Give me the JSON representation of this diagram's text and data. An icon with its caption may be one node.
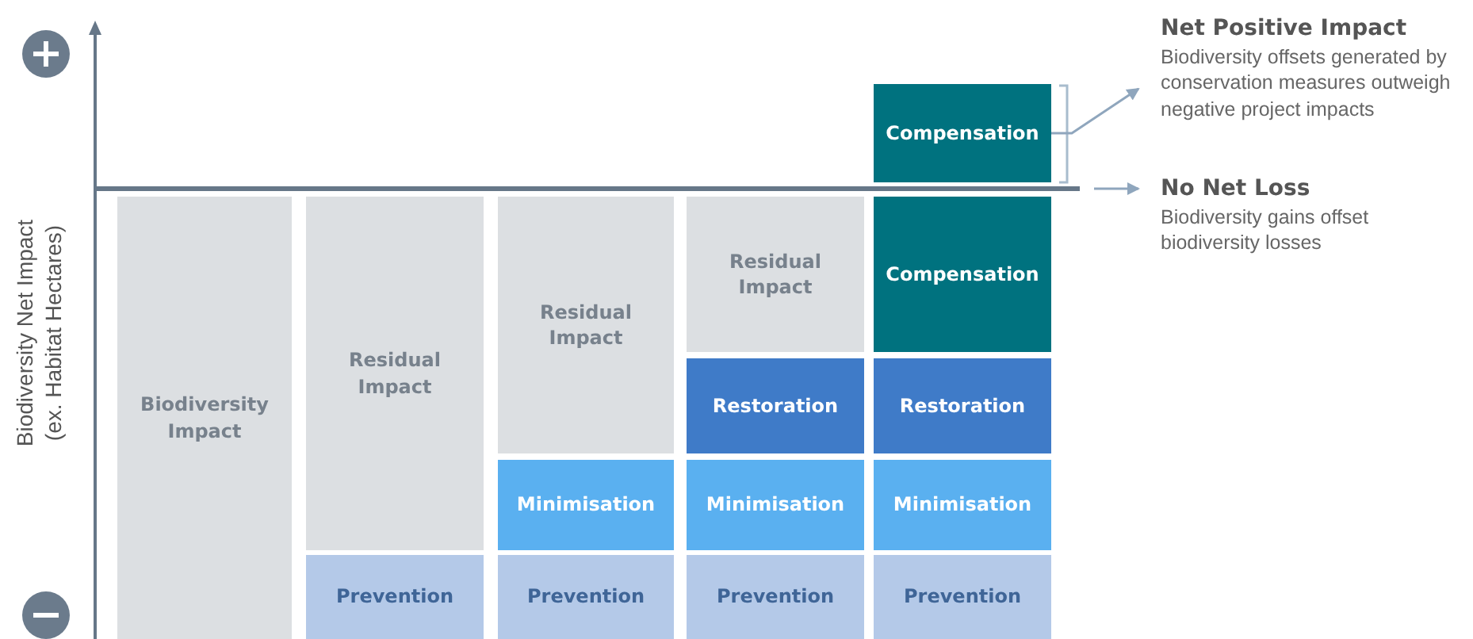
{
  "diagram": {
    "nodes": [
      {
        "text": [
          "Biodiversity Impact"
        ]
      },
      {
        "text": [
          "Residual Impact"
        ]
      },
      {
        "text": [
          "Prevention"
        ]
      },
      {
        "text": [
          "Residual Impact"
        ]
      },
      {
        "text": [
          "Minimisation"
        ]
      },
      {
        "text": [
          "Prevention"
        ]
      },
      {
        "text": [
          "Residual Impact"
        ]
      },
      {
        "text": [
          "Restoration"
        ]
      },
      {
        "text": [
          "Minimisation"
        ]
      },
      {
        "text": [
          "Prevention"
        ]
      },
      {
        "text": [
          "Compensation"
        ]
      },
      {
        "text": [
          "Compensation"
        ]
      },
      {
        "text": [
          "Restoration"
        ]
      },
      {
        "text": [
          "Minimisation"
        ]
      },
      {
        "text": [
          "Prevention"
        ]
      },
      {
        "text": [
          "Net Positive Impact",
          "Biodiversity offsets generated by conservation measures outweigh negative project impacts"
        ]
      },
      {
        "text": [
          "No Net Loss",
          "Biodiversity gains offset biodiversity losses"
        ]
      }
    ],
    "edges": [
      {
        "from": 10,
        "to": 15,
        "arrow": "to"
      },
      {
        "from": null,
        "to": 16,
        "arrow": "to"
      }
    ],
    "labels": [
      "Biodiversity Net Impact (ex. Habitat Hectares)"
    ]
  }
}
